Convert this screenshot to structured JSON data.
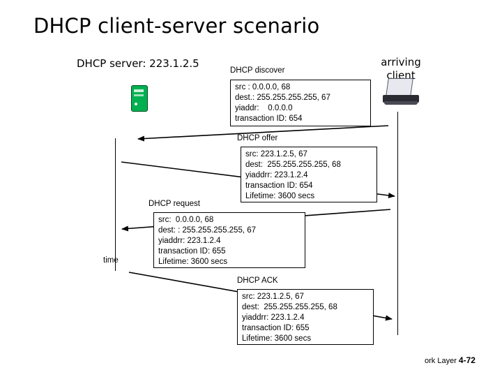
{
  "slide": {
    "title": "DHCP client-server scenario",
    "server_label": "DHCP server: 223.1.2.5",
    "client_label": "arriving\nclient",
    "time_label": "time",
    "footer_text": "ork Layer",
    "footer_page": "4-72"
  },
  "messages": [
    {
      "label": "DHCP discover",
      "lines": [
        "src : 0.0.0.0, 68",
        "dest.: 255.255.255.255, 67",
        "yiaddr:    0.0.0.0",
        "transaction ID: 654"
      ]
    },
    {
      "label": "DHCP offer",
      "lines": [
        "src: 223.1.2.5, 67",
        "dest:  255.255.255.255, 68",
        "yiaddrr: 223.1.2.4",
        "transaction ID: 654",
        "Lifetime: 3600 secs"
      ]
    },
    {
      "label": "DHCP request",
      "lines": [
        "src:  0.0.0.0, 68",
        "dest: : 255.255.255.255, 67",
        "yiaddrr: 223.1.2.4",
        "transaction ID: 655",
        "Lifetime: 3600 secs"
      ]
    },
    {
      "label": "DHCP ACK",
      "lines": [
        "src: 223.1.2.5, 67",
        "dest:  255.255.255.255, 68",
        "yiaddrr: 223.1.2.4",
        "transaction ID: 655",
        "Lifetime: 3600 secs"
      ]
    }
  ],
  "icons": {
    "server": "server-icon",
    "client": "laptop-icon",
    "wireless": "wifi-icon"
  }
}
